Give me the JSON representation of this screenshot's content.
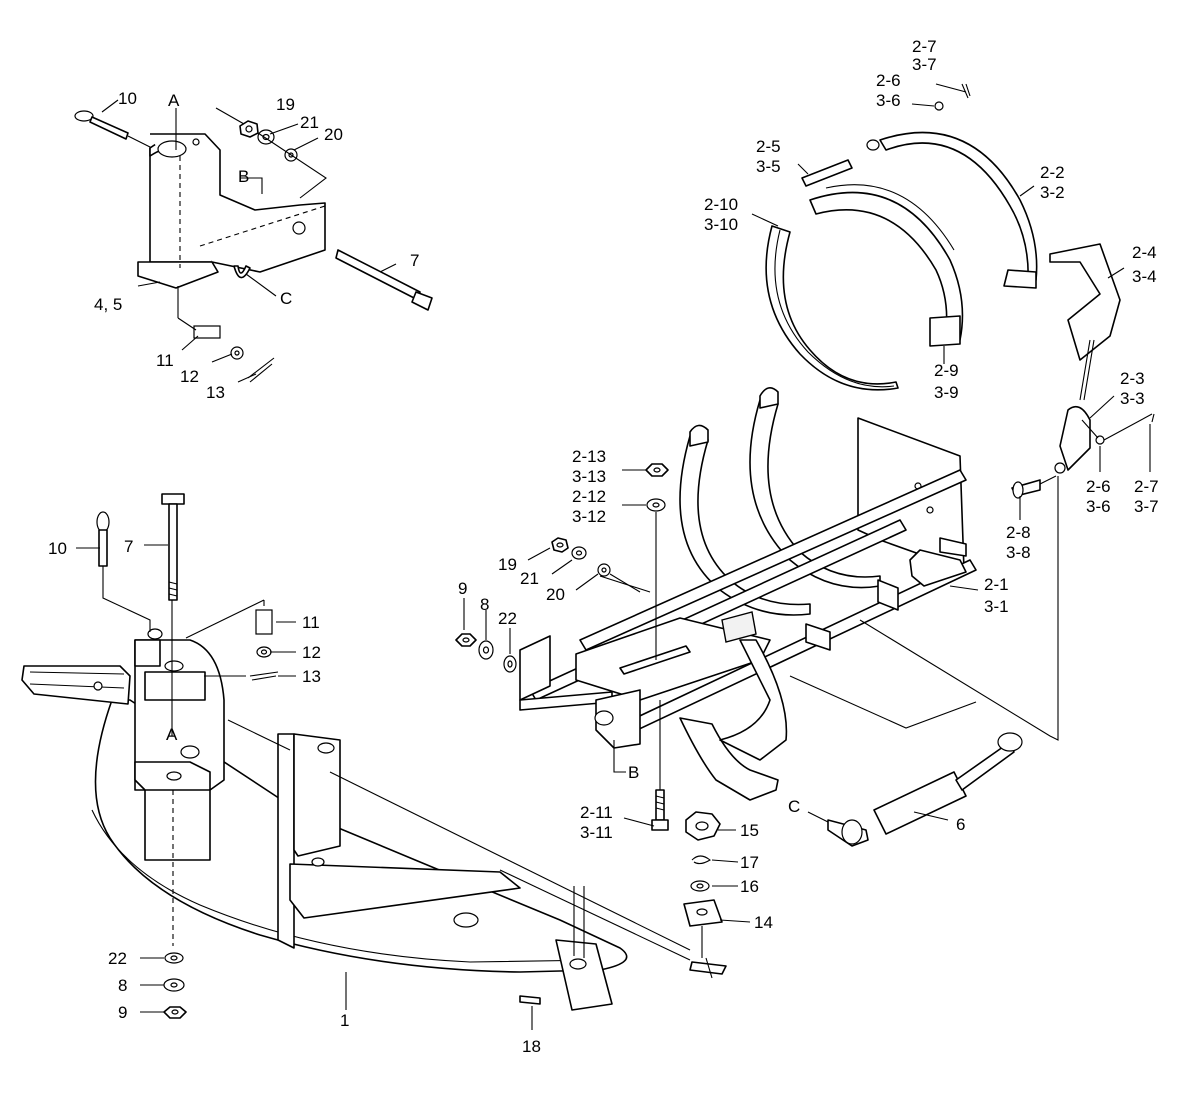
{
  "labels": {
    "top_left": {
      "l10": "10",
      "lA": "A",
      "l19": "19",
      "l21": "21",
      "l20": "20",
      "lB": "B",
      "l7": "7",
      "l45": "4, 5",
      "lC": "C",
      "l11": "11",
      "l12": "12",
      "l13": "13"
    },
    "bottom_left": {
      "l10": "10",
      "l7": "7",
      "l11": "11",
      "l12": "12",
      "l13": "13",
      "lA": "A",
      "l22": "22",
      "l8": "8",
      "l9": "9",
      "l1": "1",
      "l18": "18"
    },
    "right": {
      "l27a": "2-7",
      "l37a": "3-7",
      "l26a": "2-6",
      "l36a": "3-6",
      "l25": "2-5",
      "l35": "3-5",
      "l22": "2-2",
      "l32": "3-2",
      "l210": "2-10",
      "l310": "3-10",
      "l24": "2-4",
      "l34": "3-4",
      "l29": "2-9",
      "l39": "3-9",
      "l23": "2-3",
      "l33": "3-3",
      "l213": "2-13",
      "l313": "3-13",
      "l212": "2-12",
      "l312": "3-12",
      "l19": "19",
      "l21": "21",
      "l20": "20",
      "l9": "9",
      "l8": "8",
      "l22s": "22",
      "l28": "2-8",
      "l38": "3-8",
      "l26b": "2-6",
      "l36b": "3-6",
      "l27b": "2-7",
      "l37b": "3-7",
      "l21a": "2-1",
      "l31": "3-1",
      "lB": "B",
      "l211": "2-11",
      "l311": "3-11",
      "lC": "C",
      "l6": "6",
      "l15": "15",
      "l17": "17",
      "l16": "16",
      "l14": "14"
    }
  },
  "icons": {
    "hitch_bracket": "hitch-bracket-icon",
    "base_plate": "base-plate-icon",
    "frame": "frame-icon",
    "gas_spring": "gas-spring-icon",
    "clamp_band": "clamp-band-icon"
  }
}
